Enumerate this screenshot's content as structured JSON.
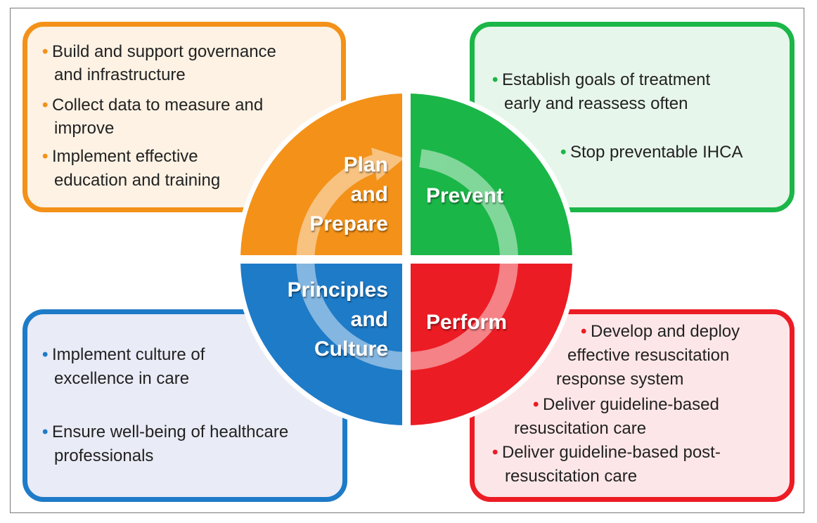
{
  "quadrants": {
    "plan": {
      "label": "Plan\nand\nPrepare",
      "color": "#f39118"
    },
    "prevent": {
      "label": "Prevent",
      "color": "#1bb648"
    },
    "principles": {
      "label": "Principles\nand\nCulture",
      "color": "#1e7bc8"
    },
    "perform": {
      "label": "Perform",
      "color": "#ec1c24"
    }
  },
  "boxes": {
    "plan": {
      "items": [
        "Build and support governance",
        "and infrastructure",
        "Collect data to measure and",
        "improve",
        "Implement effective",
        "education and training"
      ]
    },
    "prevent": {
      "items": [
        "Establish goals of treatment",
        "early and reassess often",
        "Stop preventable IHCA"
      ]
    },
    "principles": {
      "items": [
        "Implement culture of",
        "excellence in care",
        "Ensure well-being of healthcare",
        "professionals"
      ]
    },
    "perform": {
      "items": [
        "Develop and deploy",
        "effective resuscitation",
        "response system",
        "Deliver guideline-based",
        "resuscitation care",
        "Deliver guideline-based post-",
        "resuscitation care"
      ]
    }
  },
  "bullet": "•"
}
